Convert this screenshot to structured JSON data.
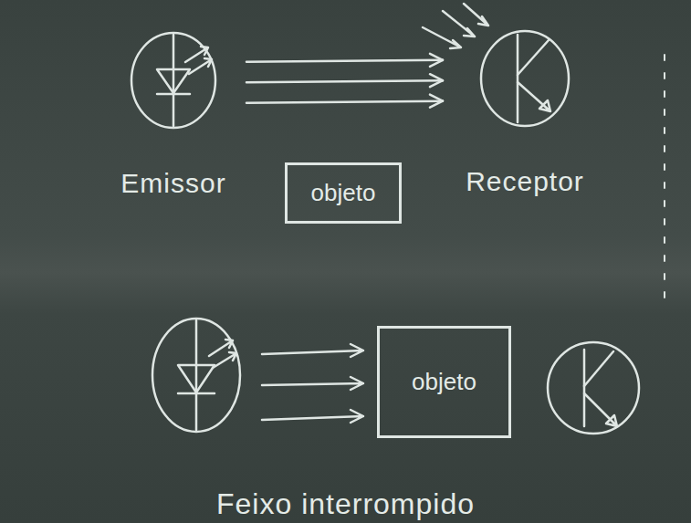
{
  "diagram": {
    "caption": "Feixo interrompido",
    "nodes": [
      {
        "text": [
          "Emissor"
        ]
      },
      {
        "text": [
          "objeto"
        ]
      },
      {
        "text": [
          "Receptor"
        ]
      },
      {
        "text": [
          "objeto"
        ]
      }
    ],
    "edges": [
      {
        "from": 0,
        "to": 2,
        "arrow": "to"
      },
      {
        "from": 0,
        "to": 2,
        "arrow": "to"
      },
      {
        "from": 0,
        "to": 2,
        "arrow": "to"
      }
    ]
  }
}
